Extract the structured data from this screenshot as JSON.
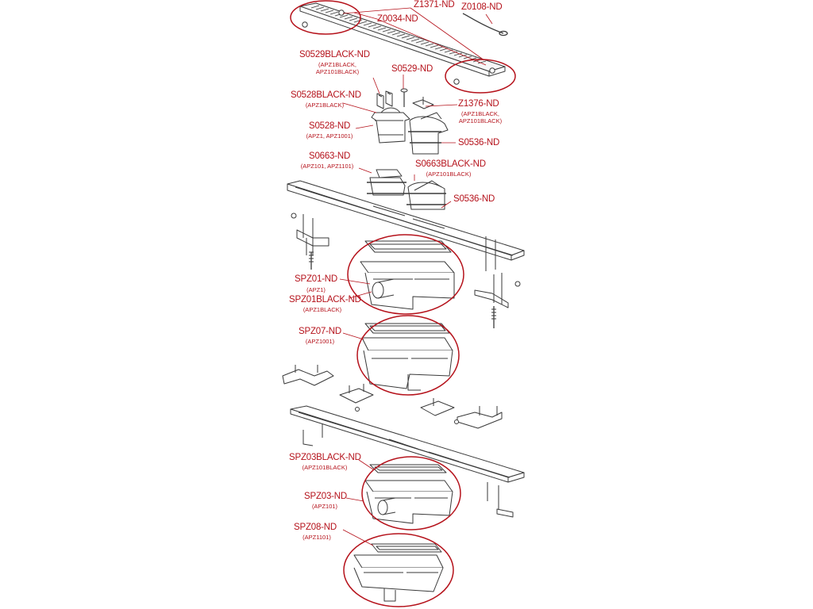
{
  "colors": {
    "callout": "#b5121b",
    "line_art": "#3a3a3a",
    "paper": "#ffffff"
  },
  "labels": {
    "z1371": "Z1371-ND",
    "z0034": "Z0034-ND",
    "z0108": "Z0108-ND",
    "s0529black": "S0529BLACK-ND",
    "s0529black_note1": "(APZ1BLACK,",
    "s0529black_note2": "APZ101BLACK)",
    "s0529": "S0529-ND",
    "s0528black": "S0528BLACK-ND",
    "s0528black_note": "(APZ1BLACK)",
    "z1376": "Z1376-ND",
    "z1376_note1": "(APZ1BLACK,",
    "z1376_note2": "APZ101BLACK)",
    "s0528": "S0528-ND",
    "s0528_note": "(APZ1, APZ1001)",
    "s0536_a": "S0536-ND",
    "s0663": "S0663-ND",
    "s0663_note": "(APZ101, APZ1101)",
    "s0663black": "S0663BLACK-ND",
    "s0663black_note": "(APZ101BLACK)",
    "s0536_b": "S0536-ND",
    "spz01": "SPZ01-ND",
    "spz01_note": "(APZ1)",
    "spz01black": "SPZ01BLACK-ND",
    "spz01black_note": "(APZ1BLACK)",
    "spz07": "SPZ07-ND",
    "spz07_note": "(APZ1001)",
    "spz03black": "SPZ03BLACK-ND",
    "spz03black_note": "(APZ101BLACK)",
    "spz03": "SPZ03-ND",
    "spz03_note": "(APZ101)",
    "spz08": "SPZ08-ND",
    "spz08_note": "(APZ1101)"
  }
}
